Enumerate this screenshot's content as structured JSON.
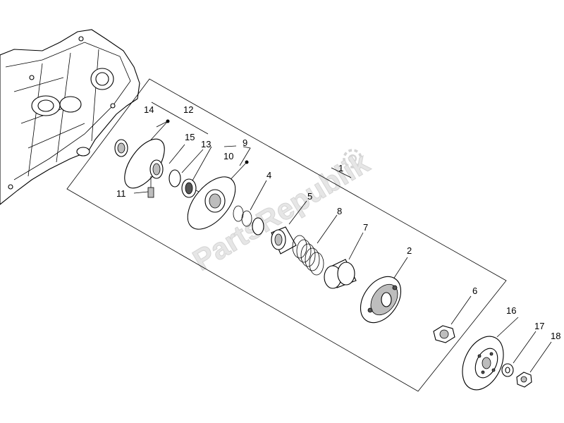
{
  "watermark": {
    "text": "PartsRepublik"
  },
  "callouts": {
    "p1": "1",
    "p2": "2",
    "p4": "4",
    "p5": "5",
    "p6": "6",
    "p7": "7",
    "p8": "8",
    "p9": "9",
    "p10": "10",
    "p11": "11",
    "p12": "12",
    "p13": "13",
    "p14": "14",
    "p15": "15",
    "p16": "16",
    "p17": "17",
    "p18": "18"
  }
}
